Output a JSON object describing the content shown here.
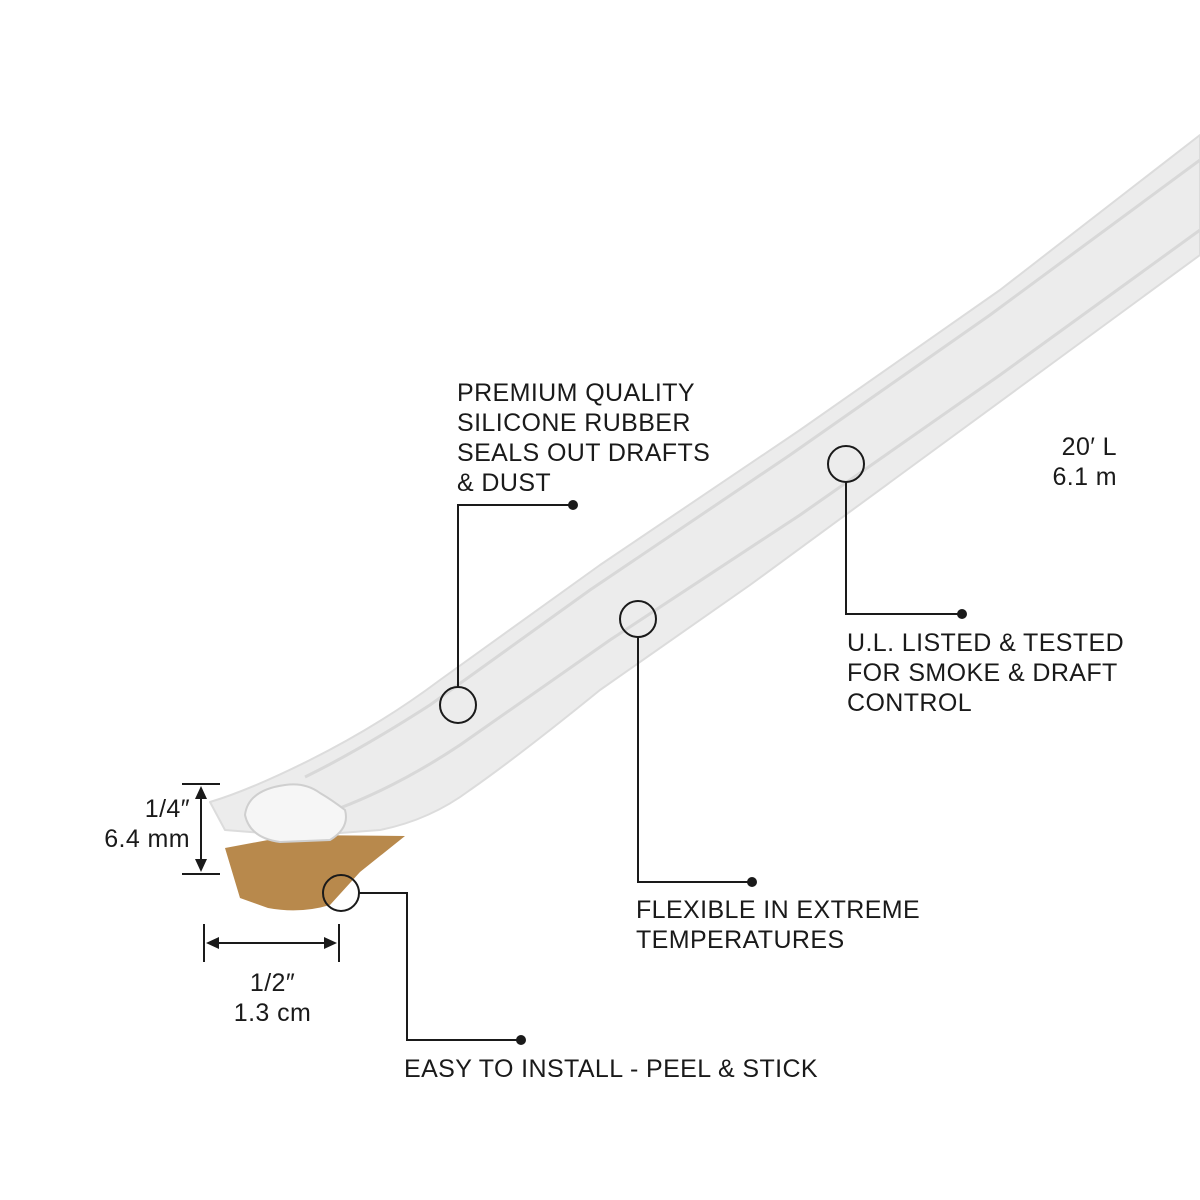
{
  "callouts": {
    "silicone": [
      "PREMIUM QUALITY",
      "SILICONE RUBBER",
      "SEALS OUT DRAFTS",
      "& DUST"
    ],
    "ul_listed": [
      "U.L. LISTED & TESTED",
      "FOR SMOKE & DRAFT",
      "CONTROL"
    ],
    "flexible": [
      "FLEXIBLE IN EXTREME",
      "TEMPERATURES"
    ],
    "install": "EASY TO INSTALL - PEEL & STICK"
  },
  "dimensions": {
    "length_imperial": "20′ L",
    "length_metric": "6.1 m",
    "height_imperial": "1/4″",
    "height_metric": "6.4 mm",
    "width_imperial": "1/2″",
    "width_metric": "1.3 cm"
  },
  "colors": {
    "ink": "#1a1a1a",
    "strip": "#ececec",
    "strip_edge": "#dcdcdc",
    "adhesive_tape": "#b8894c"
  }
}
